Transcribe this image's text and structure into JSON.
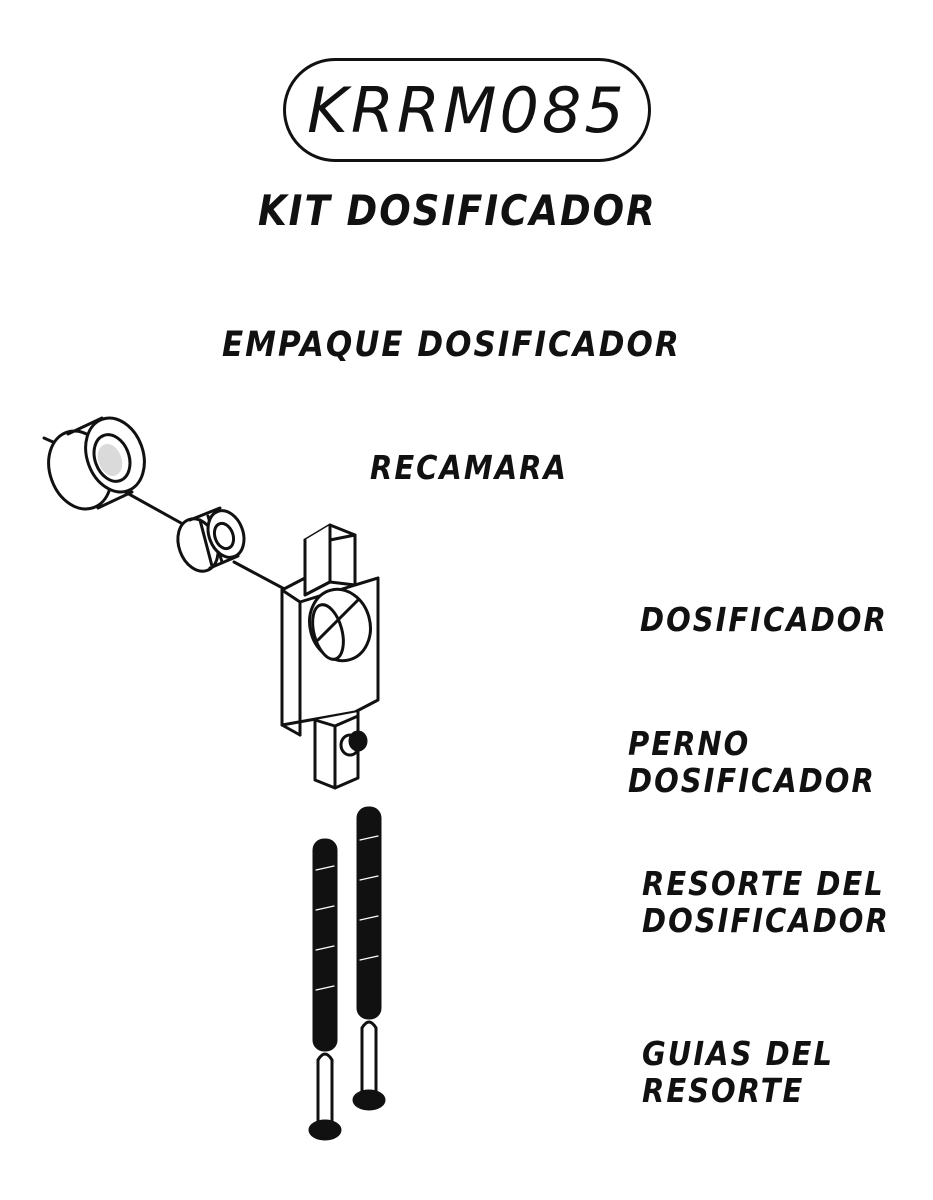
{
  "model_code": "KRRM085",
  "title": "KIT DOSIFICADOR",
  "parts": {
    "empaque": "EMPAQUE DOSIFICADOR",
    "recamara": "RECAMARA",
    "dosificador": "DOSIFICADOR",
    "perno": [
      "PERNO",
      "DOSIFICADOR"
    ],
    "resorte": [
      "RESORTE DEL",
      "DOSIFICADOR"
    ],
    "guias": [
      "GUIAS DEL",
      "RESORTE"
    ]
  }
}
